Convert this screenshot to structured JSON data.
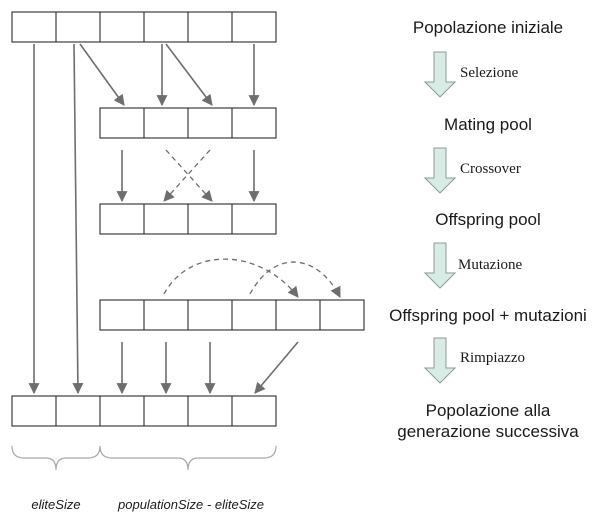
{
  "stages": {
    "initial_population": "Popolazione iniziale",
    "mating_pool": "Mating pool",
    "offspring_pool": "Offspring pool",
    "offspring_mutations": "Offspring pool + mutazioni",
    "next_generation_line1": "Popolazione alla",
    "next_generation_line2": "generazione successiva"
  },
  "operations": {
    "selection": "Selezione",
    "crossover": "Crossover",
    "mutation": "Mutazione",
    "replacement": "Rimpiazzo"
  },
  "captions": {
    "elite_size": "eliteSize",
    "population_minus_elite": "populationSize - eliteSize"
  },
  "colors": {
    "arrow_gray": "#6e6e6e",
    "flow_arrow_fill": "#d8ece6",
    "brace_gray": "#a8a8a8"
  }
}
